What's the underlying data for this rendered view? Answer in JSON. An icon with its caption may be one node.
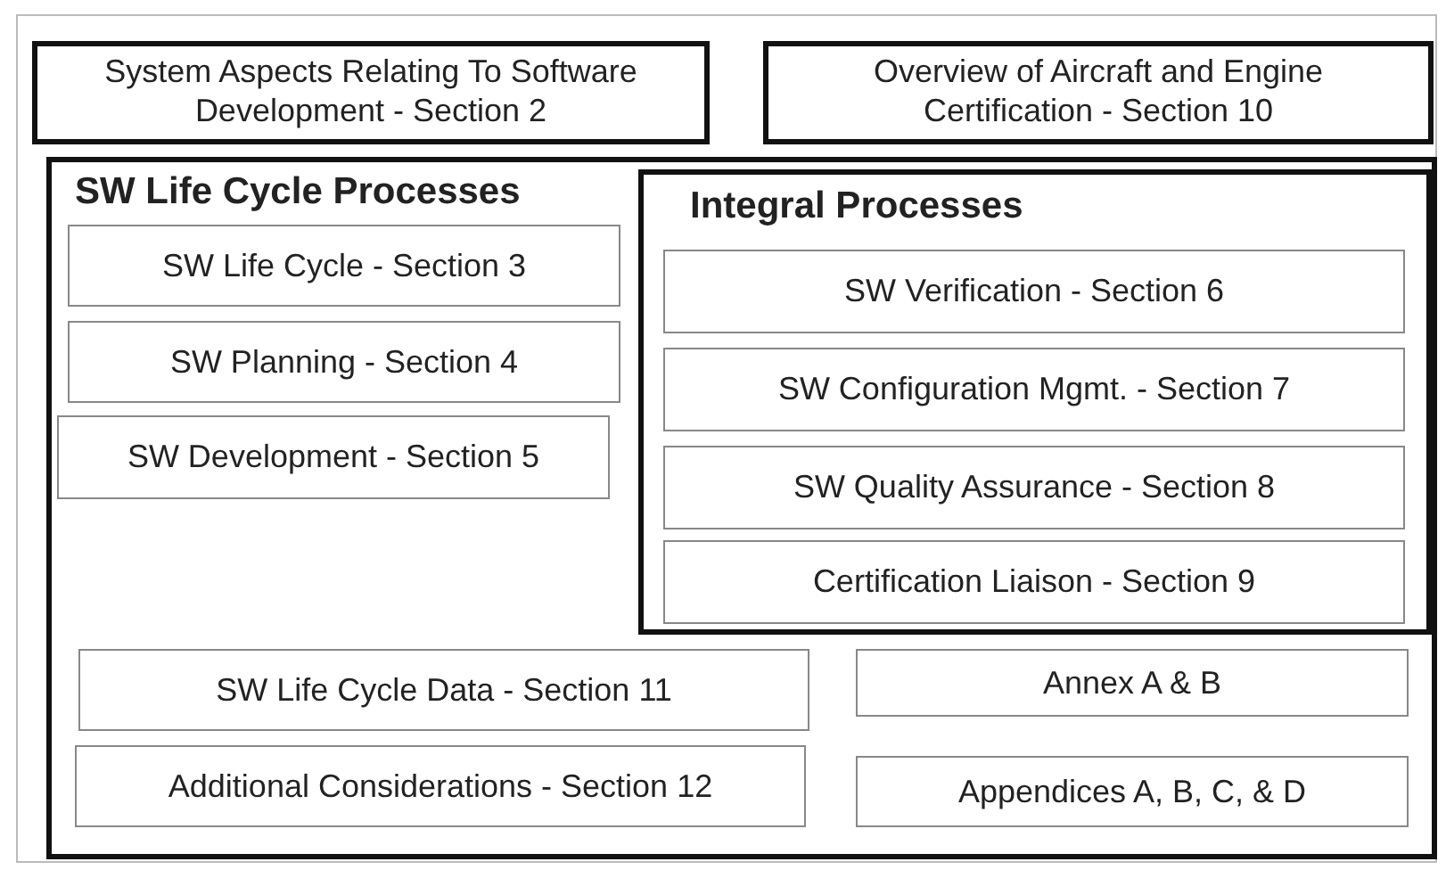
{
  "diagram": {
    "nodes": [
      {
        "text": [
          "System Aspects Relating To Software Development - Section 2"
        ]
      },
      {
        "text": [
          "Overview of Aircraft and Engine Certification - Section 10"
        ]
      },
      {
        "text": [
          "SW Life Cycle Processes"
        ]
      },
      {
        "text": [
          "SW Life Cycle - Section 3"
        ],
        "in": 2
      },
      {
        "text": [
          "SW Planning - Section 4"
        ],
        "in": 2
      },
      {
        "text": [
          "SW Development - Section 5"
        ],
        "in": 2
      },
      {
        "text": [
          "Integral Processes"
        ],
        "in": 2
      },
      {
        "text": [
          "SW Verification - Section 6"
        ],
        "in": 6
      },
      {
        "text": [
          "SW Configuration Mgmt. - Section 7"
        ],
        "in": 6
      },
      {
        "text": [
          "SW Quality Assurance - Section 8"
        ],
        "in": 6
      },
      {
        "text": [
          "Certification Liaison - Section 9"
        ],
        "in": 6
      },
      {
        "text": [
          "SW Life Cycle Data - Section 11"
        ],
        "in": 2
      },
      {
        "text": [
          "Additional Considerations - Section 12"
        ],
        "in": 2
      },
      {
        "text": [
          "Annex A & B"
        ],
        "in": 2
      },
      {
        "text": [
          "Appendices A, B, C, & D"
        ],
        "in": 2
      }
    ]
  }
}
